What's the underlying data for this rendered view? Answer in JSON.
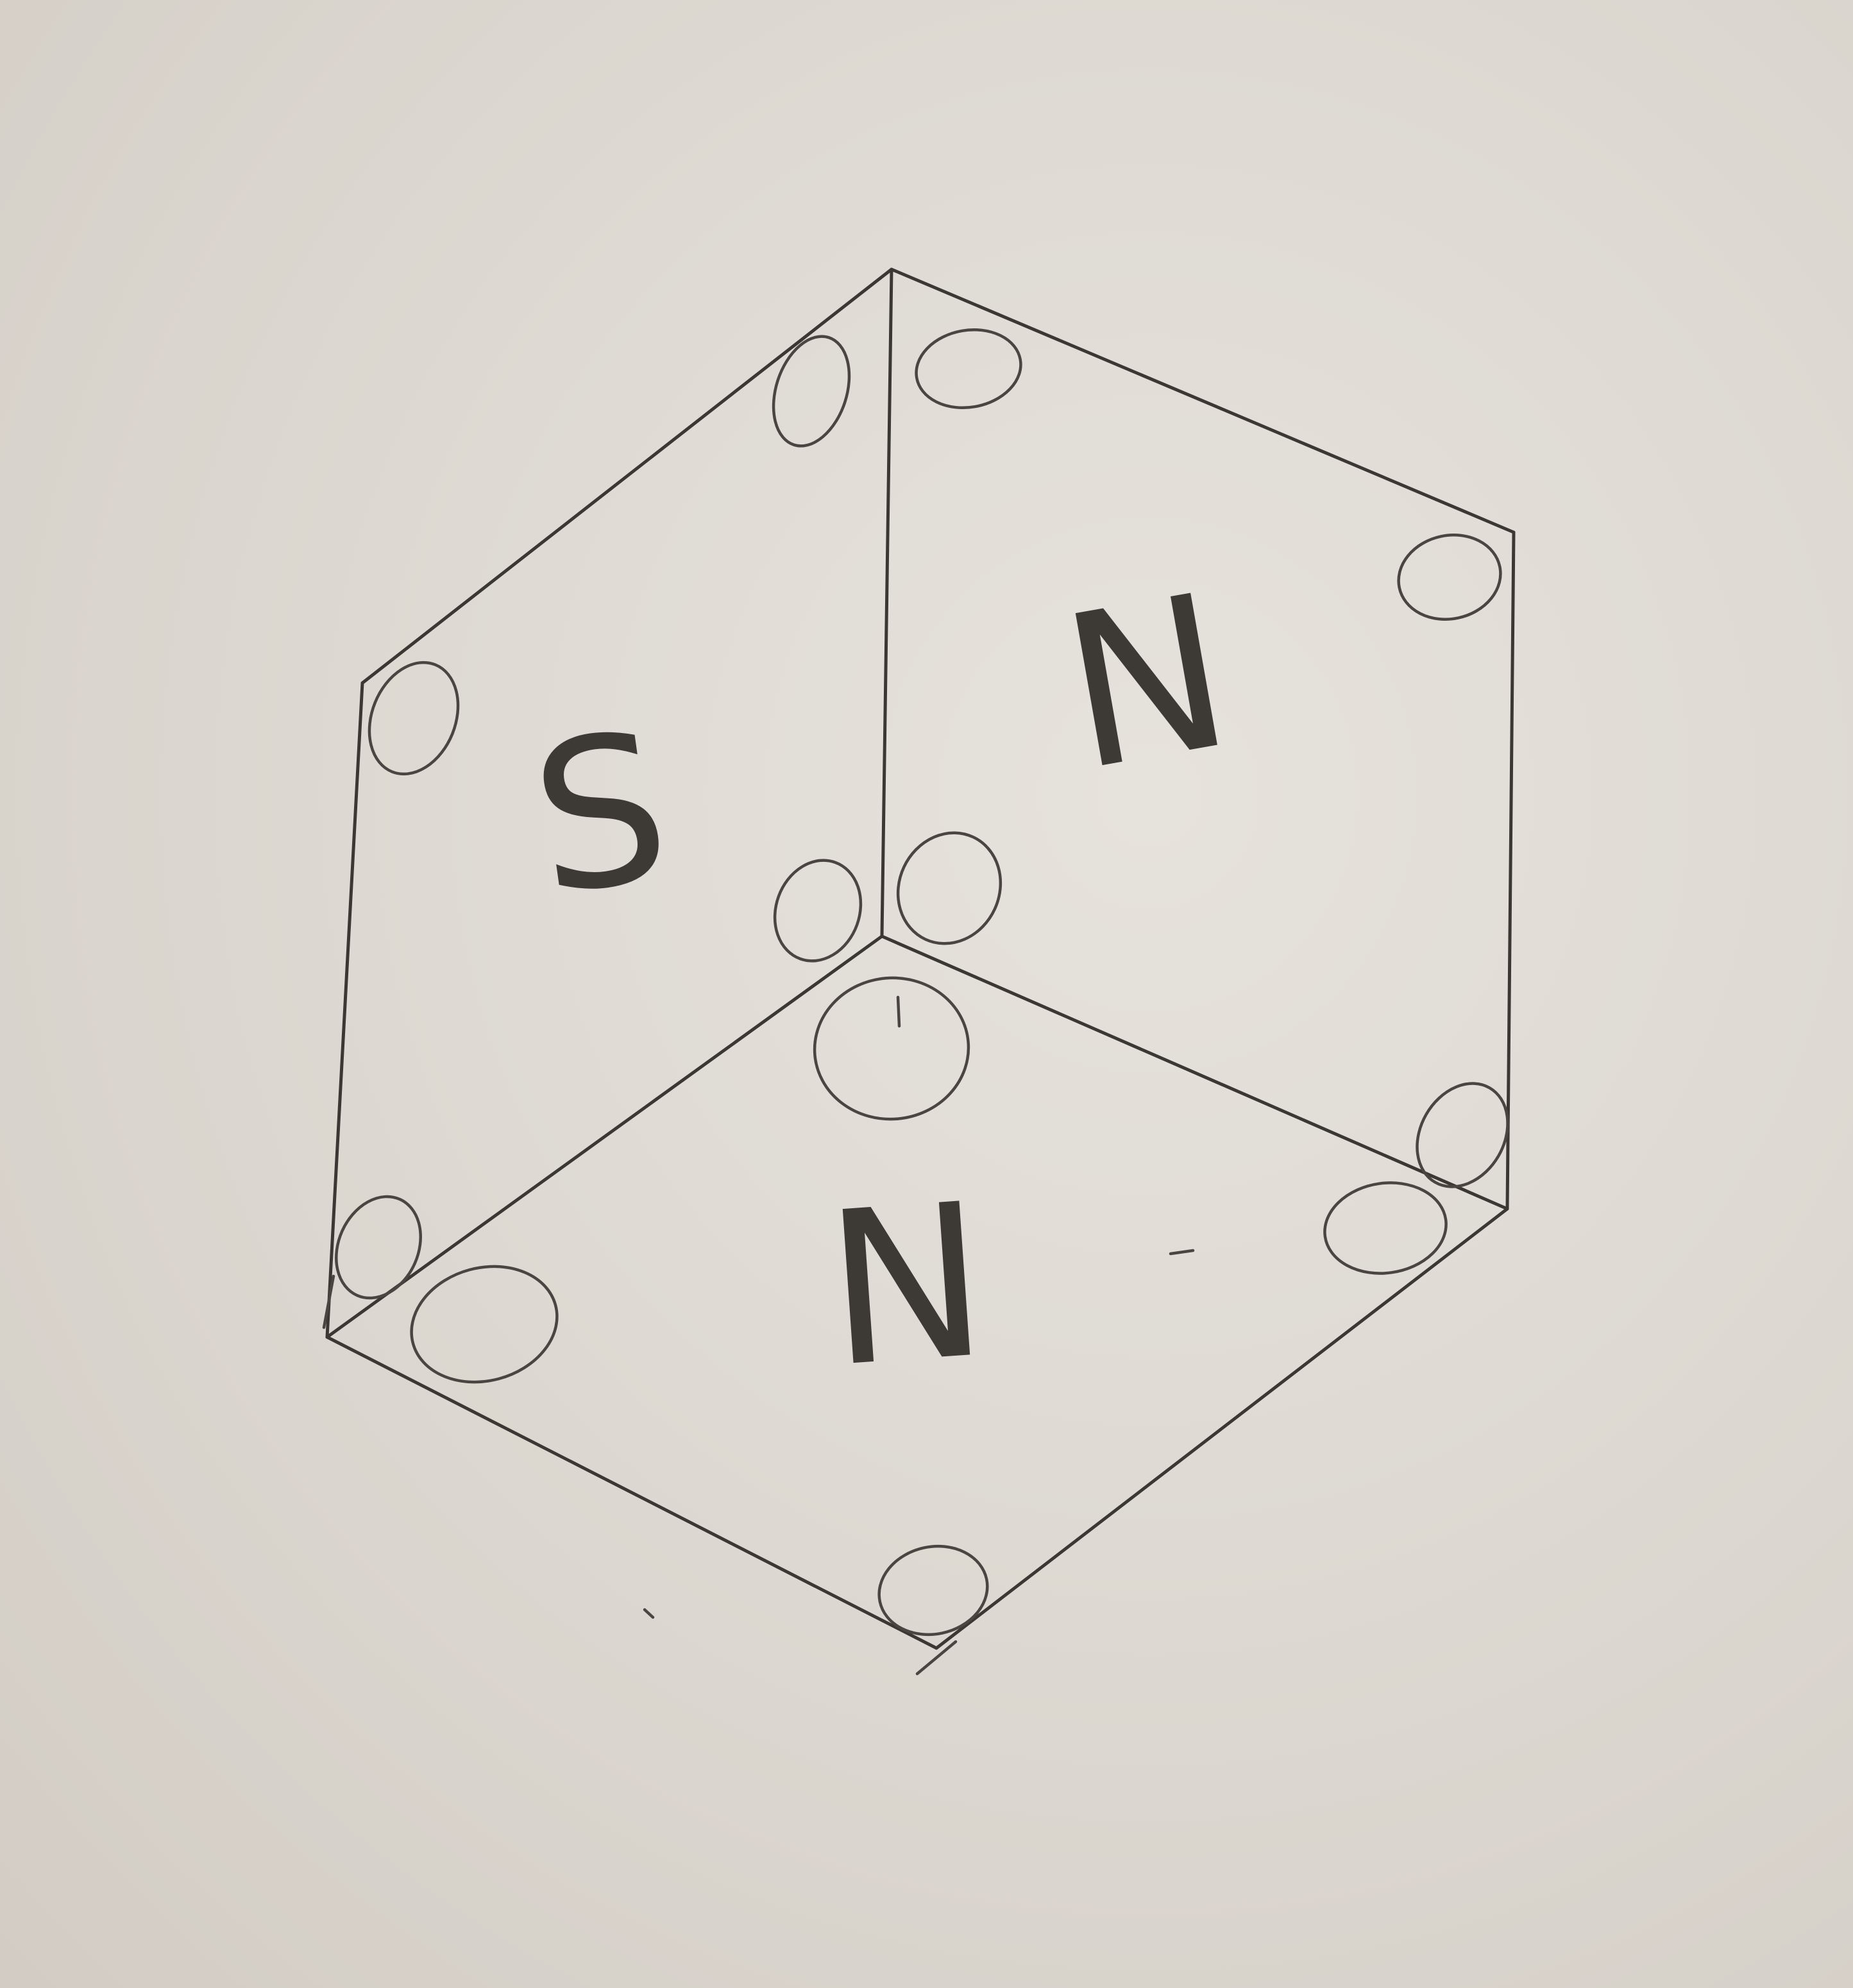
{
  "faces": [
    {
      "name": "left-face",
      "label": "S"
    },
    {
      "name": "right-face",
      "label": "N"
    },
    {
      "name": "bottom-face",
      "label": "N"
    }
  ],
  "vertex_marker": "circle",
  "colors": {
    "paper": "#dedad3",
    "pencil": "#3b3733"
  }
}
